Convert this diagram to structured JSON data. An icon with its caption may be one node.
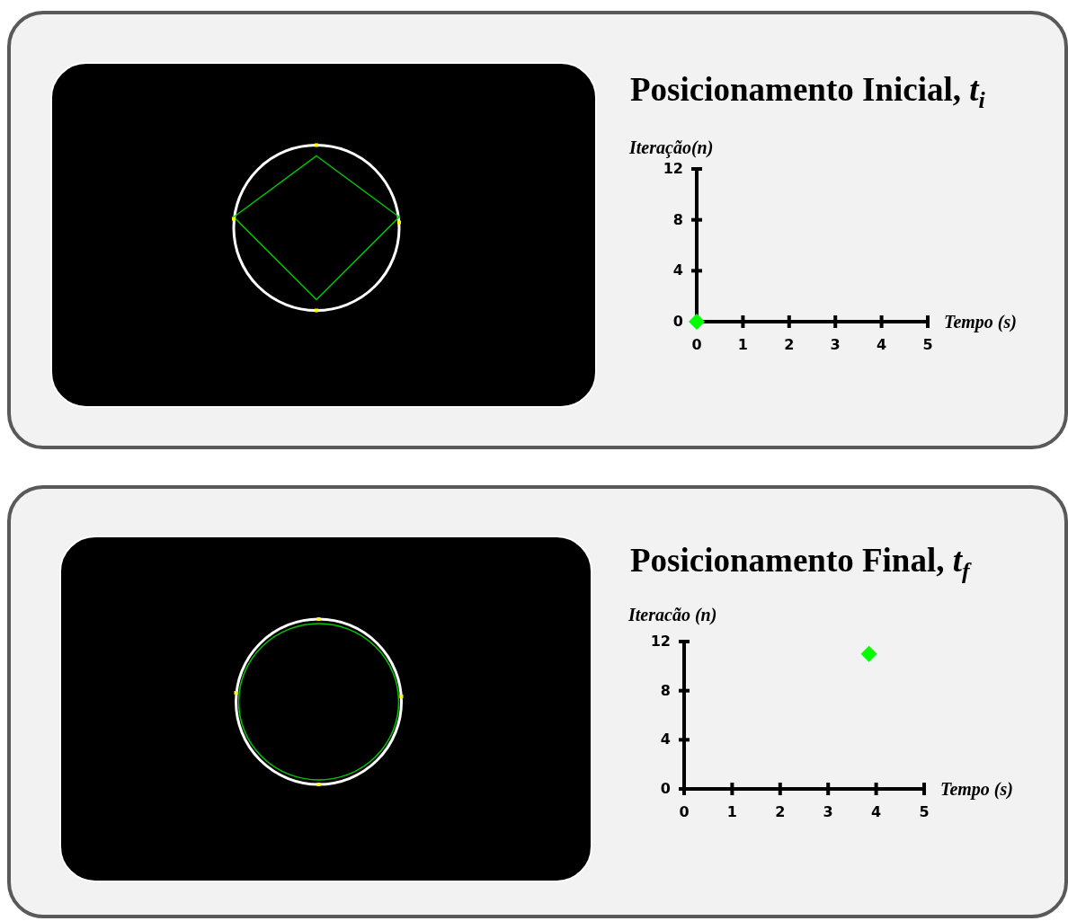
{
  "diagram": {
    "nodes": [
      {
        "text": [
          "Posicionamento Inicial, *t*$_{i}$"
        ]
      },
      {
        "text": [],
        "shape": "picture",
        "in": 0
      },
      {
        "text": [
          "Posicionamento Final, *t*$_{f}$"
        ]
      },
      {
        "text": [],
        "shape": "picture",
        "in": 2
      }
    ],
    "edges": [],
    "chart_data": [
      {
        "type": "scatter",
        "xlabel": "Tempo (s)",
        "ylabel": "Iteração(n)",
        "x": [
          0
        ],
        "xlim": [
          0,
          5
        ],
        "ylim": [
          0,
          12
        ],
        "xticks": [
          0,
          1,
          2,
          3,
          4,
          5
        ],
        "yticks": [
          0,
          4,
          8,
          12
        ],
        "series": [
          {
            "color": "#00ff00",
            "values": [
              0
            ]
          }
        ]
      },
      {
        "type": "scatter",
        "xlabel": "Tempo (s)",
        "ylabel": "Iteracão (n)",
        "x": [
          3.85
        ],
        "xlim": [
          0,
          5
        ],
        "ylim": [
          0,
          12
        ],
        "xticks": [
          0,
          1,
          2,
          3,
          4,
          5
        ],
        "yticks": [
          0,
          4,
          8,
          12
        ],
        "series": [
          {
            "color": "#00ff00",
            "values": [
              11
            ]
          }
        ]
      }
    ]
  }
}
